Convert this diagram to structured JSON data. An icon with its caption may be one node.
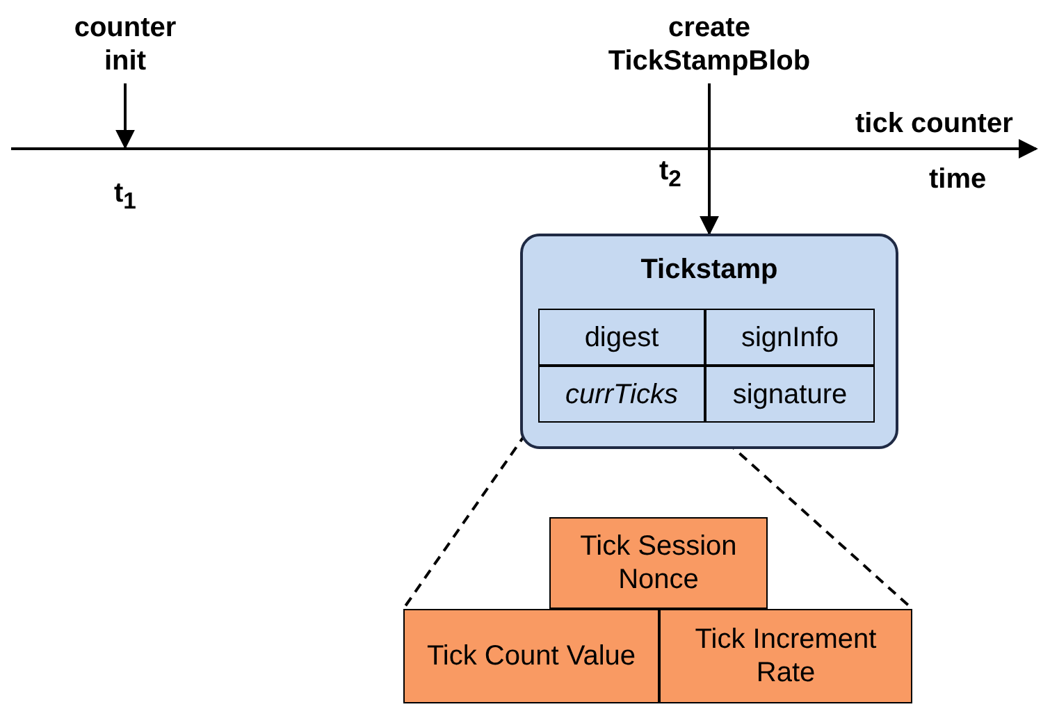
{
  "diagram": {
    "nodes": [
      {
        "text": [
          "counter init"
        ]
      },
      {
        "text": [
          "create TickStampBlob"
        ]
      },
      {
        "text": [
          "Tickstamp"
        ]
      },
      {
        "text": [
          "digest"
        ],
        "in": 2
      },
      {
        "text": [
          "signInfo"
        ],
        "in": 2
      },
      {
        "text": [
          "currTicks"
        ],
        "in": 2
      },
      {
        "text": [
          "signature"
        ],
        "in": 2
      },
      {
        "text": [
          "Tick Session Nonce"
        ]
      },
      {
        "text": [
          "Tick Count Value"
        ]
      },
      {
        "text": [
          "Tick Increment Rate"
        ]
      }
    ],
    "edges": [
      {
        "from": 0,
        "to": null,
        "arrow": "to"
      },
      {
        "from": 1,
        "to": 2,
        "arrow": "to"
      },
      {
        "from": 5,
        "to": 8,
        "arrow": "none",
        "style": "dashed"
      },
      {
        "from": 5,
        "to": 9,
        "arrow": "none",
        "style": "dashed"
      }
    ],
    "labels": [
      "tick counter",
      "t$_{2}$",
      "time",
      "t$_{1}$"
    ]
  }
}
